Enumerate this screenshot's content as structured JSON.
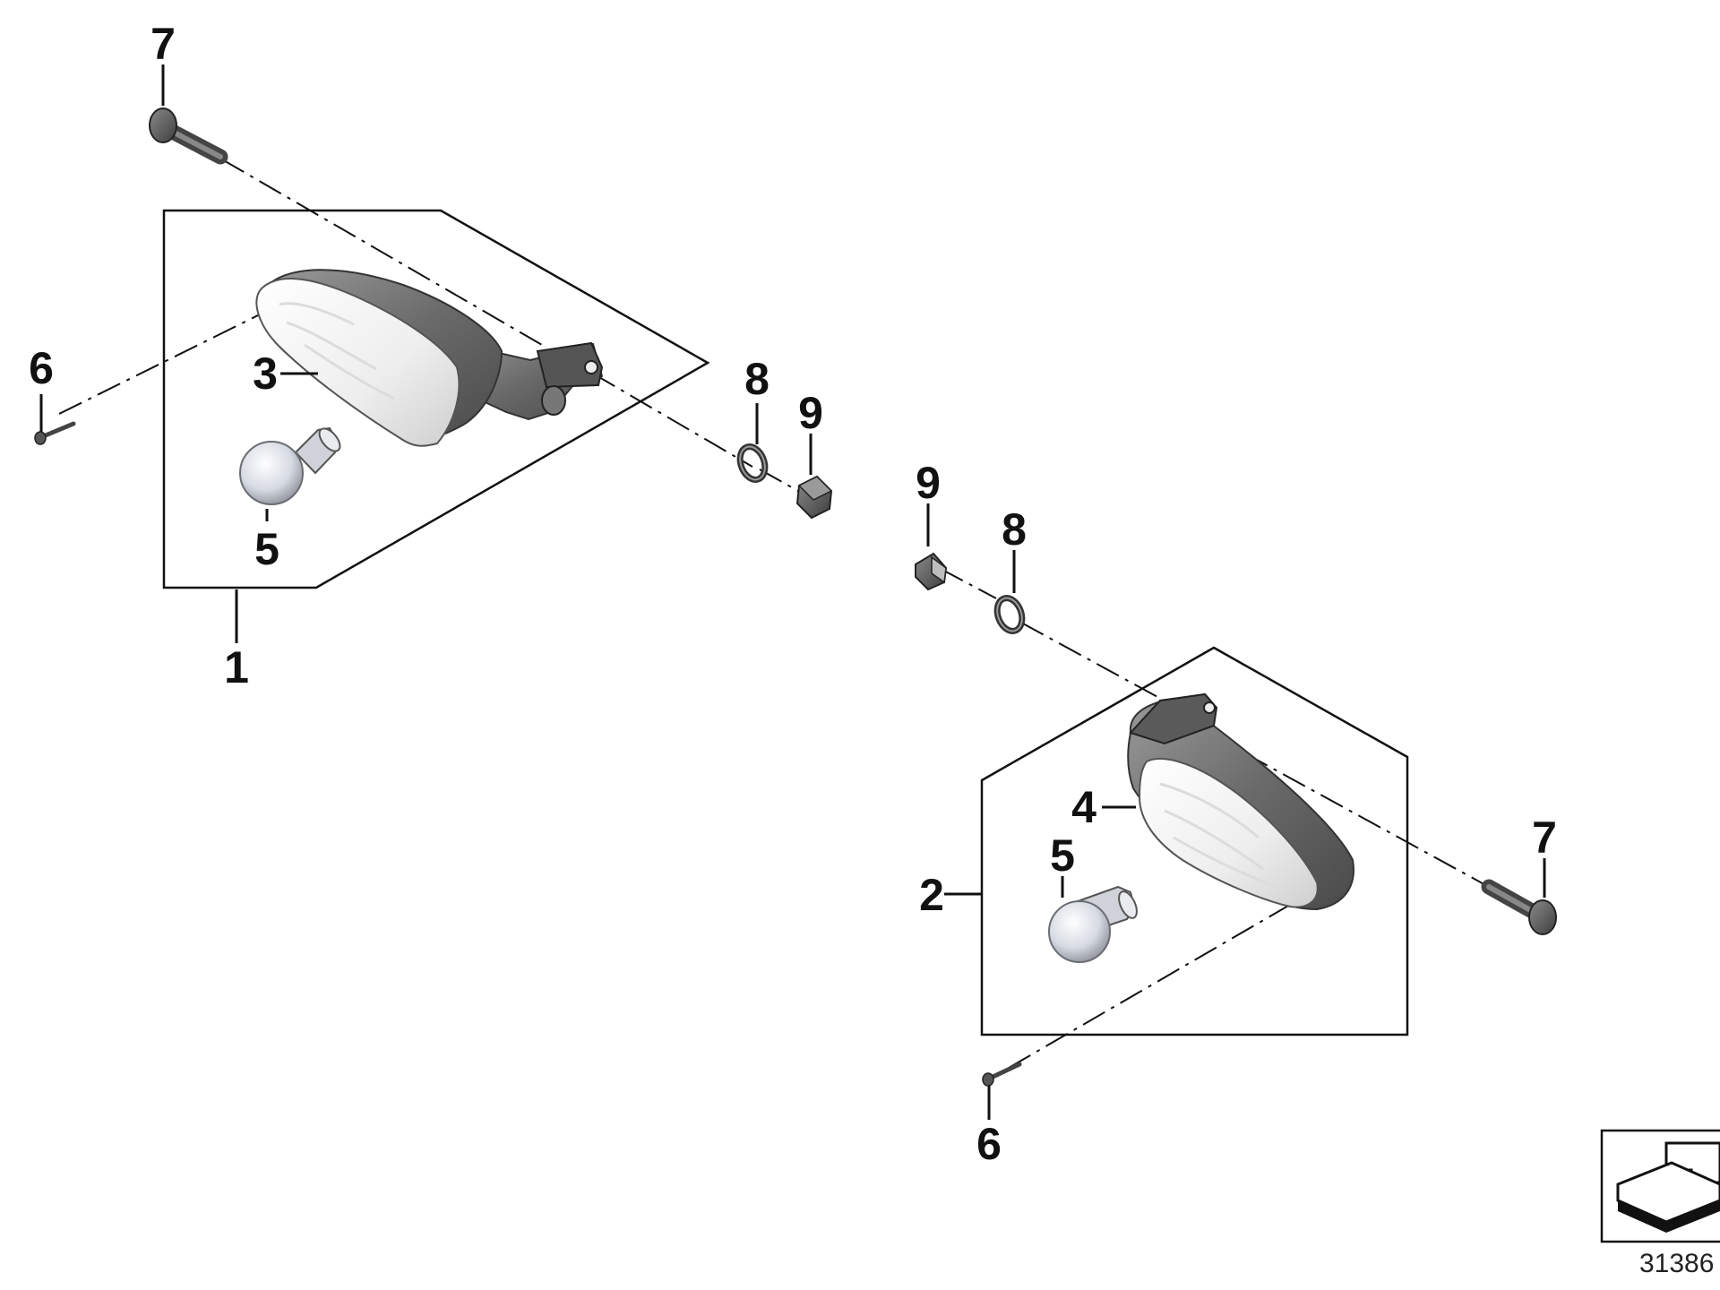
{
  "diagram": {
    "callouts": {
      "left_assembly": "1",
      "right_assembly": "2",
      "left_lens": "3",
      "right_lens": "4",
      "left_bulb": "5",
      "right_bulb": "5",
      "left_small_screw": "6",
      "right_small_screw": "6",
      "left_bolt": "7",
      "right_bolt": "7",
      "left_washer": "8",
      "right_washer": "8",
      "left_nut": "9",
      "right_nut": "9"
    },
    "catalog_number": "31386"
  },
  "colors": {
    "line": "#111111",
    "housing": "#6e6e6e",
    "lens": "#eeeeee",
    "bulb": "#dde1e8"
  }
}
